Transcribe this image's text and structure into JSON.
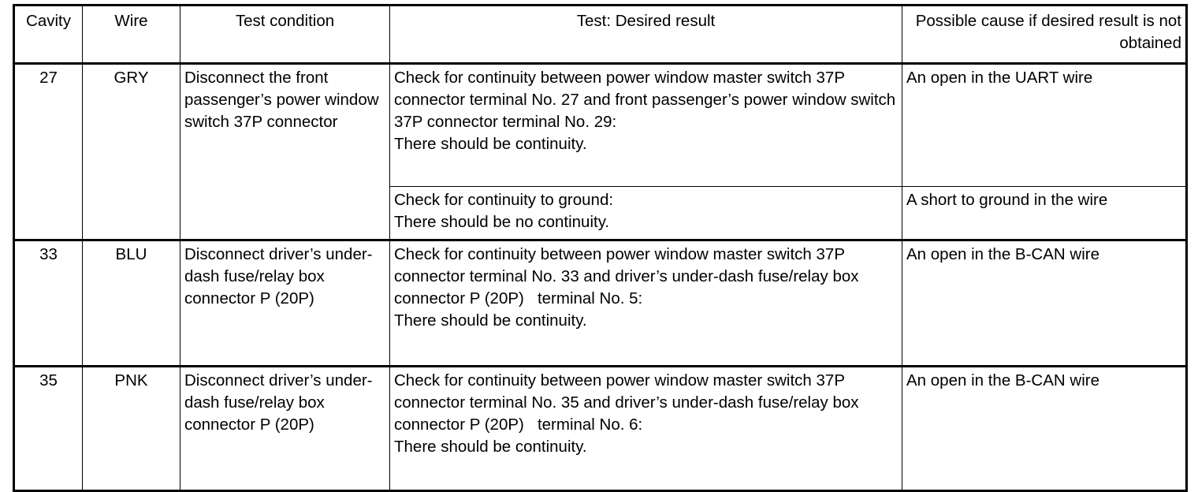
{
  "table": {
    "headers": {
      "cavity": "Cavity",
      "wire": "Wire",
      "test_condition": "Test condition",
      "test_desired_result": "Test: Desired result",
      "possible_cause": "Possible cause if desired result is not obtained"
    },
    "rows": [
      {
        "cavity": "27",
        "wire": "GRY",
        "test_condition": "Disconnect the front passenger’s power window switch 37P connector",
        "checks": [
          {
            "test": "Check for continuity between power window master switch 37P   connector terminal No. 27 and front passenger’s power window switch 37P connector terminal No. 29:\nThere should be continuity.",
            "cause": "An open in the UART wire"
          },
          {
            "test": "Check for continuity to ground:\nThere should be no continuity.",
            "cause": "A short to ground in the wire"
          }
        ]
      },
      {
        "cavity": "33",
        "wire": "BLU",
        "test_condition": "Disconnect driver’s under-dash fuse/relay box connector P (20P)",
        "checks": [
          {
            "test": "Check for continuity between power window master switch 37P   connector terminal No. 33 and driver’s under-dash fuse/relay box connector P (20P)   terminal No. 5:\nThere should be continuity.",
            "cause": "An open in the B-CAN wire"
          }
        ]
      },
      {
        "cavity": "35",
        "wire": "PNK",
        "test_condition": "Disconnect driver’s under-dash fuse/relay box connector P (20P)",
        "checks": [
          {
            "test": "Check for continuity between power window master switch 37P   connector terminal No. 35 and driver’s under-dash fuse/relay box connector P (20P)   terminal No. 6:\nThere should be continuity.",
            "cause": "An open in the B-CAN wire"
          }
        ]
      }
    ]
  },
  "colors": {
    "ink": "#000000",
    "paper": "#ffffff"
  }
}
